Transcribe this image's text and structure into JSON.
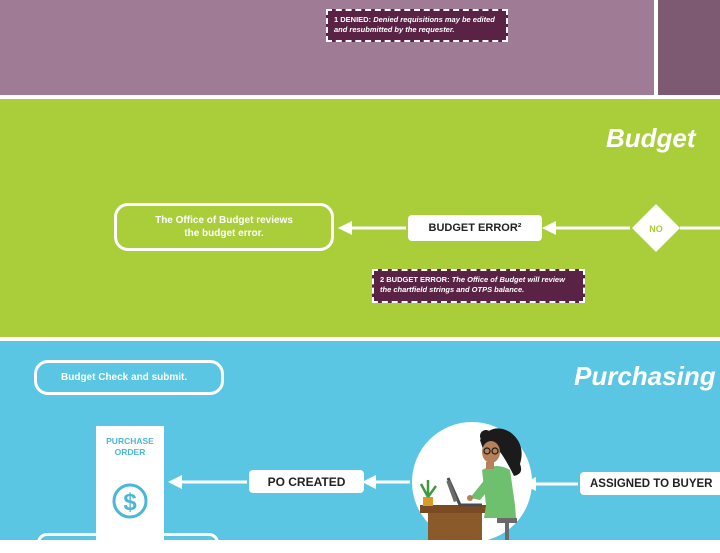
{
  "notes": {
    "denied": {
      "label": "1 DENIED:",
      "text": "Denied requisitions may be edited and resubmitted by the requester."
    },
    "budget_error": {
      "label": "2 BUDGET ERROR:",
      "text": "The Office of Budget will review the chartfield strings and OTPS balance."
    }
  },
  "lanes": {
    "budget": {
      "title": "Budget",
      "review_step": "The Office of Budget reviews the budget error.",
      "error_box": "BUDGET ERROR²",
      "decision": "NO"
    },
    "purchasing": {
      "title": "Purchasing",
      "check_step": "Budget Check and submit.",
      "po_created": "PO CREATED",
      "assigned": "ASSIGNED TO BUYER",
      "document_label": "PURCHASE ORDER"
    }
  },
  "colors": {
    "approval_lane": "#9f7b96",
    "budget_lane": "#a9ce3a",
    "purchasing_lane": "#5bc6e3",
    "note_bg": "#5a2346"
  }
}
